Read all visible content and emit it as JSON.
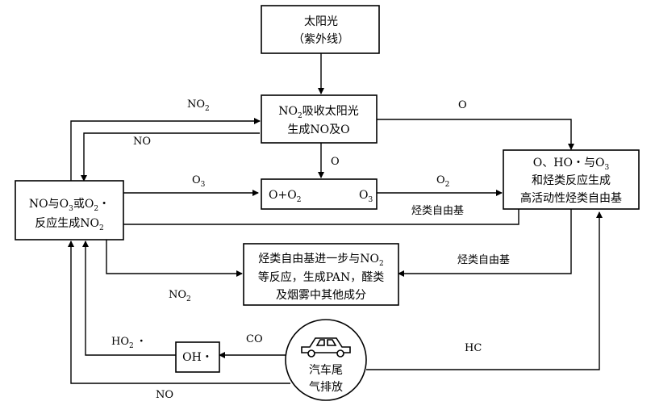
{
  "nodes": {
    "sunlight": [
      "太阳光",
      "（紫外线）"
    ],
    "no2_absorb": {
      "line1_a": "NO",
      "line1_sub": "2",
      "line1_b": "吸收太阳光",
      "line2": "生成NO及O"
    },
    "o_o2": {
      "left": "O+O",
      "left_sub": "2",
      "right": "O",
      "right_sub": "3"
    },
    "radicals": {
      "line1_a": "O、HO・与O",
      "line1_sub": "3",
      "line2": "和烃类反应生成",
      "line3": "高活动性烃类自由基"
    },
    "no_react": {
      "line1_a": "NO与O",
      "sub1": "3",
      "line1_b": "或O",
      "sub2": "2",
      "line1_c": "・",
      "line2_a": "反应生成NO",
      "sub3": "2"
    },
    "further": {
      "line1_a": "烃类自由基进一步与NO",
      "line1_sub": "2",
      "line2": "等反应，生成PAN，醛类",
      "line3": "及烟雾中其他成分"
    },
    "oh": "OH・",
    "exhaust": [
      "汽车尾",
      "气排放"
    ]
  },
  "edge_labels": {
    "no2_top": {
      "a": "NO",
      "sub": "2"
    },
    "no_left": "NO",
    "o_right": "O",
    "o_down": "O",
    "o3_left": {
      "a": "O",
      "sub": "3"
    },
    "o2_right": {
      "a": "O",
      "sub": "2"
    },
    "radical_mid": "烃类自由基",
    "radical_lower": "烃类自由基",
    "no2_bottom": {
      "a": "NO",
      "sub": "2"
    },
    "co": "CO",
    "ho2": {
      "a": "HO",
      "sub": "2",
      "b": "・"
    },
    "hc": "HC",
    "no_bottom": "NO"
  },
  "icons": {
    "car": "car-icon"
  }
}
